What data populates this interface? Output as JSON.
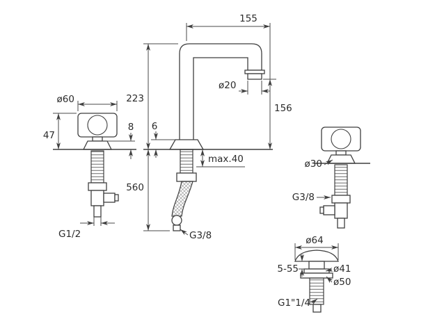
{
  "colors": {
    "line": "#3f3f3f",
    "dimension_line": "#4a4a4a",
    "background": "#ffffff",
    "text": "#2b2b2b"
  },
  "dims": {
    "spout_reach": "155",
    "outlet_diameter": "ø20",
    "outlet_height": "156",
    "spout_height": "223",
    "left_handle_diameter": "ø60",
    "left_handle_height": "47",
    "left_escutcheon_height": "8",
    "spout_escutcheon_height": "6",
    "deck_max_thickness": "max.40",
    "hose_length": "560",
    "left_valve_thread": "G1/2",
    "hose_thread": "G3/8",
    "right_escutcheon_diameter": "ø30",
    "right_valve_thread": "G3/8",
    "drain_cap_diameter": "ø64",
    "drain_adjust_range": "5-55",
    "drain_upper_diameter": "ø41",
    "drain_lower_diameter": "ø50",
    "drain_thread": "G1\"1/4"
  }
}
